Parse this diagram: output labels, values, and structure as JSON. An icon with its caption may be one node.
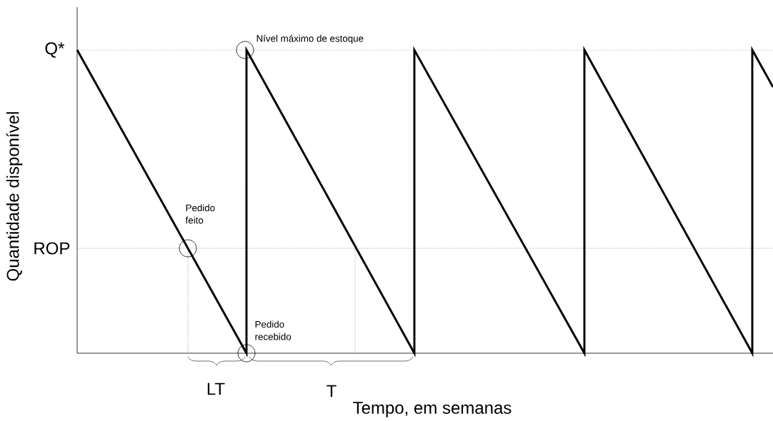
{
  "diagram": {
    "nodes": [
      {
        "text": [],
        "shape": "circle",
        "beside": [
          "Nível máximo de estoque"
        ]
      },
      {
        "text": [],
        "shape": "circle",
        "beside": [
          "Pedido feito"
        ]
      },
      {
        "text": [],
        "shape": "circle",
        "beside": [
          "Pedido recebido"
        ]
      }
    ],
    "labels": [
      "Q*",
      "ROP",
      "Quantidade disponível",
      "LT",
      "T",
      "Tempo, em semanas"
    ]
  }
}
